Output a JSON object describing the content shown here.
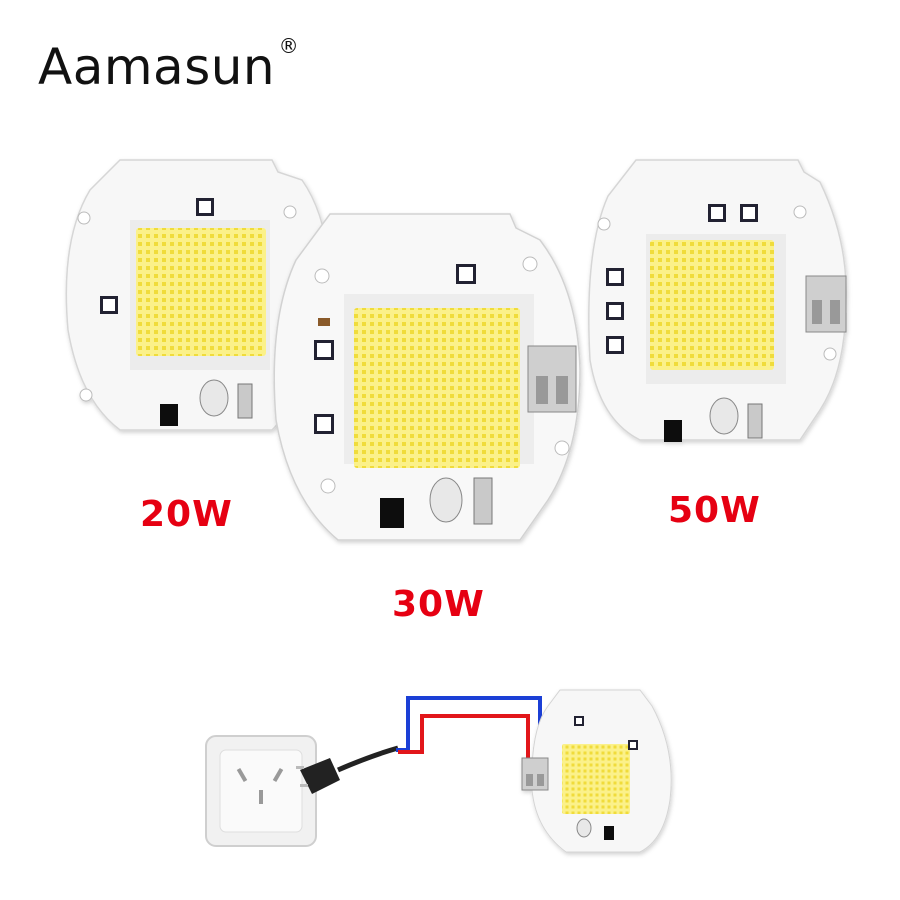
{
  "brand": {
    "name": "Aamasun",
    "registered_mark": "®"
  },
  "products": [
    {
      "label": "20W",
      "color": "#e60012"
    },
    {
      "label": "30W",
      "color": "#e60012"
    },
    {
      "label": "50W",
      "color": "#e60012"
    }
  ],
  "colors": {
    "led_chip": "#fbf18a",
    "led_dot": "#f1df40",
    "board": "#f6f6f6",
    "wire_blue": "#1b3fd6",
    "wire_red": "#e2161a"
  },
  "diagram": {
    "icons": [
      "wall-socket-icon",
      "power-plug-icon",
      "terminal-block-icon",
      "led-module-icon"
    ]
  }
}
